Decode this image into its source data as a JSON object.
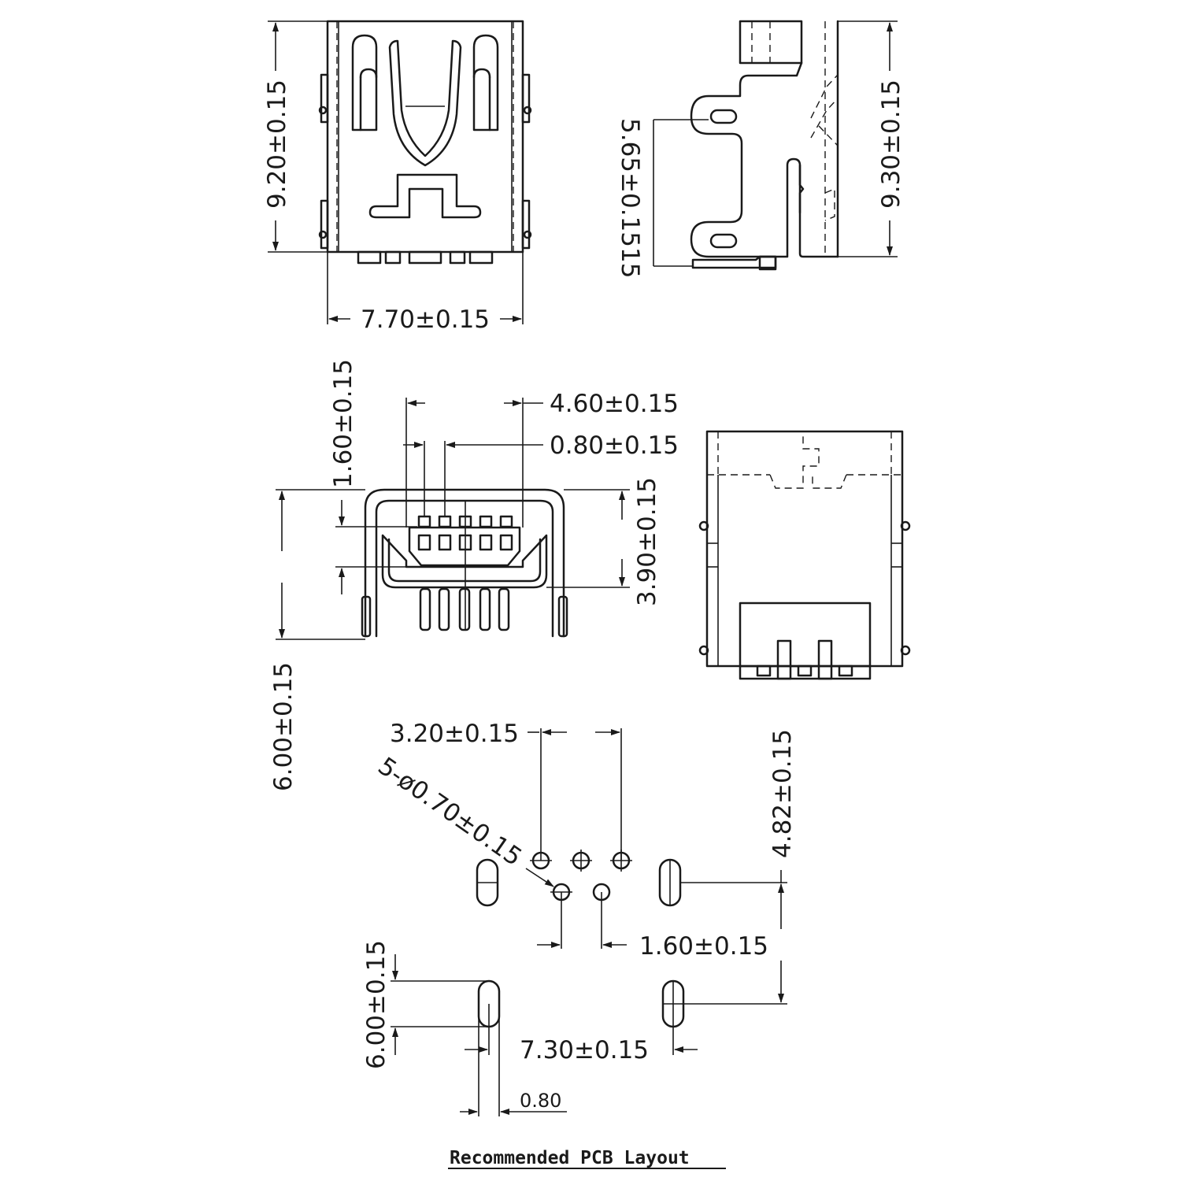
{
  "top_front_view": {
    "height_dim": "9.20±0.15",
    "width_dim": "7.70±0.15"
  },
  "top_side_view": {
    "height_dim": "9.30±0.15",
    "pin_height_dim": "5.65±0.1515"
  },
  "mid_front_view": {
    "housing_width_dim": "4.60±0.15",
    "pin_pitch_dim": "0.80±0.15",
    "pin_row_dim": "1.60±0.15",
    "total_height_dim": "6.00±0.15",
    "opening_height_dim": "3.90±0.15"
  },
  "pcb_layout": {
    "signal_span_dim": "3.20±0.15",
    "hole_spec": "5-ø0.70±0.15",
    "row_offset_dim": "4.82±0.15",
    "row_pitch_dim": "1.60±0.15",
    "slot_height_dim": "6.00±0.15",
    "slot_span_dim": "7.30±0.15",
    "slot_width_dim": "0.80",
    "caption": "Recommended PCB Layout"
  }
}
